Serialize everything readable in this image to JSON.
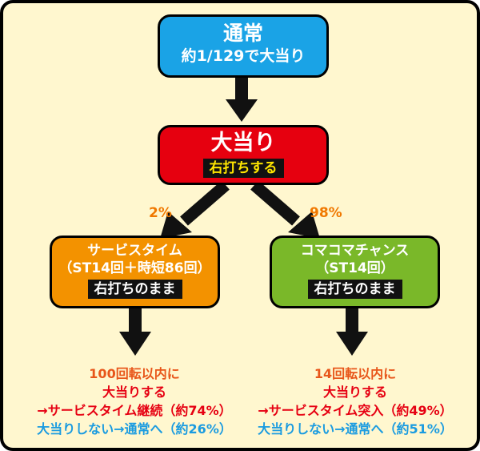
{
  "nodes": {
    "normal": {
      "title": "通常",
      "subtitle": "約1/129で大当り"
    },
    "jackpot": {
      "title": "大当り",
      "tag": "右打ちする"
    },
    "service": {
      "line1": "サービスタイム",
      "line2": "（ST14回＋時短86回）",
      "tag": "右打ちのまま"
    },
    "chance": {
      "line1": "コマコマチャンス",
      "line2": "（ST14回）",
      "tag": "右打ちのまま"
    }
  },
  "branches": {
    "left_pct": "2%",
    "right_pct": "98%"
  },
  "results": {
    "left": {
      "line1": "100回転以内に",
      "line2": "大当りする",
      "line3": "→サービスタイム継続（約74%）",
      "line4": "大当りしない→通常へ（約26%）"
    },
    "right": {
      "line1": "14回転以内に",
      "line2": "大当りする",
      "line3": "→サービスタイム突入（約49%）",
      "line4": "大当りしない→通常へ（約51%）"
    }
  },
  "colors": {
    "background": "#fff7cf",
    "normal": "#1aa3e6",
    "jackpot": "#e6000f",
    "service": "#f39200",
    "chance": "#7ab829",
    "accent_orange": "#e8561a",
    "accent_red": "#e60012",
    "accent_blue": "#1a9be0"
  }
}
